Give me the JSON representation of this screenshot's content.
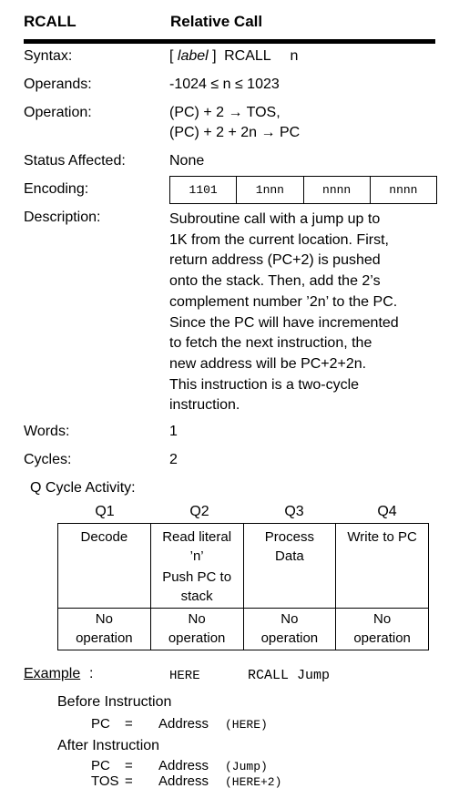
{
  "header": {
    "mnemonic": "RCALL",
    "title": "Relative Call"
  },
  "fields": {
    "syntax_label": "Syntax:",
    "syntax_open": "[",
    "syntax_label_word": "label",
    "syntax_close": "]",
    "syntax_mnemonic": "RCALL",
    "syntax_operand": "n",
    "operands_label": "Operands:",
    "operands_value": "-1024 ≤ n ≤ 1023",
    "operation_label": "Operation:",
    "operation_line1": "(PC) + 2 → TOS,",
    "operation_line2": "(PC) + 2 + 2n → PC",
    "status_label": "Status Affected:",
    "status_value": "None",
    "encoding_label": "Encoding:",
    "encoding_cells": [
      "1101",
      "1nnn",
      "nnnn",
      "nnnn"
    ],
    "description_label": "Description:",
    "description_lines": [
      "Subroutine call with a jump up to",
      "1K from the current location.  First,",
      "return address (PC+2) is pushed",
      "onto the stack.  Then, add the 2’s",
      "complement number ’2n’ to the PC.",
      "Since the PC will have incremented",
      "to fetch the next instruction, the",
      "new address will be PC+2+2n.",
      "This instruction is a two-cycle",
      "instruction."
    ],
    "words_label": "Words:",
    "words_value": "1",
    "cycles_label": "Cycles:",
    "cycles_value": "2"
  },
  "q_cycle": {
    "title": "Q Cycle Activity:",
    "headers": [
      "Q1",
      "Q2",
      "Q3",
      "Q4"
    ],
    "row1": {
      "q1": "Decode",
      "q2_line1": "Read literal",
      "q2_line2": "’n’",
      "q2_line3": "Push PC to",
      "q2_line4": "stack",
      "q3_line1": "Process",
      "q3_line2": "Data",
      "q4": "Write to PC"
    },
    "row2": [
      {
        "line1": "No",
        "line2": "operation"
      },
      {
        "line1": "No",
        "line2": "operation"
      },
      {
        "line1": "No",
        "line2": "operation"
      },
      {
        "line1": "No",
        "line2": "operation"
      }
    ]
  },
  "example": {
    "label": "Example",
    "colon": ":",
    "here_label": "HERE",
    "code": "RCALL Jump",
    "before_title": "Before Instruction",
    "before": [
      {
        "reg": "PC",
        "eq": "=",
        "word": "Address",
        "arg": "(HERE)"
      }
    ],
    "after_title": "After Instruction",
    "after": [
      {
        "reg": "PC",
        "eq": "=",
        "word": "Address",
        "arg": "(Jump)"
      },
      {
        "reg": "TOS",
        "eq": "=",
        "word": "Address",
        "arg": "(HERE+2)"
      }
    ]
  }
}
